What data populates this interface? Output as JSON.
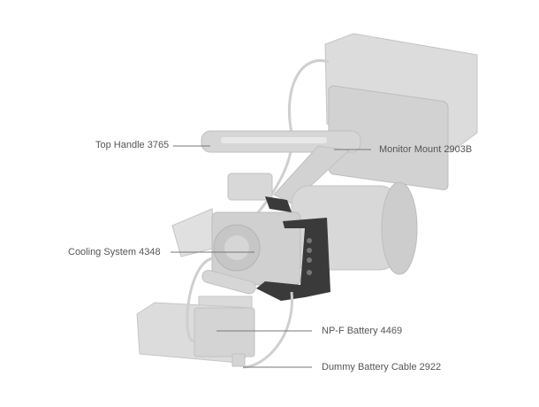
{
  "labels": {
    "top_handle": "Top Handle 3765",
    "monitor_mount": "Monitor Mount 2903B",
    "cooling_system": "Cooling System 4348",
    "npf_battery": "NP-F Battery 4469",
    "dummy_battery_cable": "Dummy Battery Cable 2922"
  },
  "colors": {
    "parts": "#d4d4d4",
    "parts_edge": "#bdbdbd",
    "cage": "#3a3a3a",
    "leader": "#777777",
    "text": "#555555"
  }
}
